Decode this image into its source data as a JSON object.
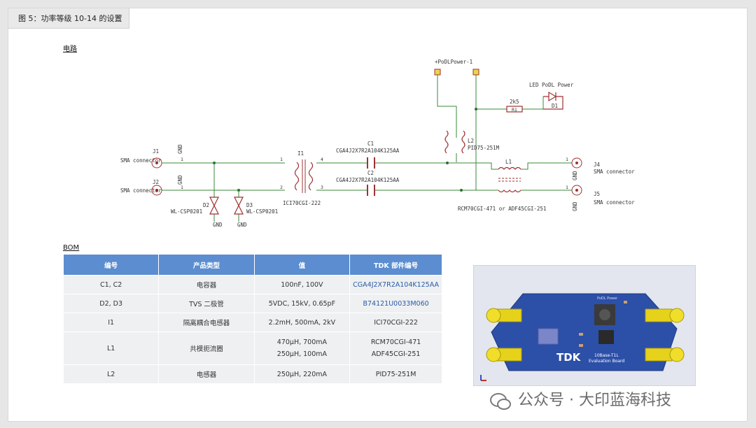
{
  "figure_title": "图 5：功率等级 10-14 的设置",
  "circuit": {
    "section_label": "电路",
    "labels": {
      "podl_power": "+PoDLPower-1",
      "led": "LED PoDL Power",
      "d1": "D1",
      "r_val": "2k5",
      "r_ref": "R1",
      "l2_ref": "L2",
      "l2_part": "PID75-251M",
      "c1_ref": "C1",
      "c1_part": "CGA4J2X7R2A104K125AA",
      "c2_ref": "C2",
      "c2_part": "CGA4J2X7R2A104K125AA",
      "i1_ref": "I1",
      "i1_part": "ICI70CGI-222",
      "l1_ref": "L1",
      "l1_part": "RCM70CGI-471 or ADF45CGI-251",
      "j1": "J1",
      "j2": "J2",
      "j4": "J4",
      "j5": "J5",
      "sma": "SMA connector",
      "gnd": "GND",
      "d2": "D2",
      "d3": "D3",
      "d2_part": "WL-CSP0201",
      "d3_part": "WL-CSP0201",
      "pin1": "1",
      "pin2": "2",
      "pin3": "3",
      "pin4": "4"
    }
  },
  "bom": {
    "section_label": "BOM",
    "headers": [
      "编号",
      "产品类型",
      "值",
      "TDK 部件编号"
    ],
    "rows": [
      {
        "ref": "C1, C2",
        "type": "电容器",
        "value": "100nF, 100V",
        "value2": "",
        "part": "CGA4J2X7R2A104K125AA",
        "part2": "",
        "link": true
      },
      {
        "ref": "D2, D3",
        "type": "TVS 二极管",
        "value": "5VDC, 15kV, 0.65pF",
        "value2": "",
        "part": "B74121U0033M060",
        "part2": "",
        "link": true
      },
      {
        "ref": "I1",
        "type": "隔离耦合电感器",
        "value": "2.2mH, 500mA, 2kV",
        "value2": "",
        "part": "ICI70CGI-222",
        "part2": "",
        "link": false
      },
      {
        "ref": "L1",
        "type": "共模扼流圈",
        "value": "470μH, 700mA",
        "value2": "250μH, 100mA",
        "part": "RCM70CGI-471",
        "part2": "ADF45CGI-251",
        "link": false
      },
      {
        "ref": "L2",
        "type": "电感器",
        "value": "250μH, 220mA",
        "value2": "",
        "part": "PID75-251M",
        "part2": "",
        "link": false
      }
    ]
  },
  "board": {
    "brand": "TDK",
    "name_line1": "10Base-T1L",
    "name_line2": "Evaluation Board",
    "podl_power": "PoDL Power"
  },
  "watermark": "公众号 · 大印蓝海科技",
  "colors": {
    "header_blue": "#5b8dd0",
    "row_bg": "#eef0f2",
    "link_blue": "#2a5aa8",
    "wire_green": "#3a8a3a",
    "component_red": "#a03030",
    "pcb_blue": "#2c4fa8",
    "connector_yellow": "#e6d21a"
  }
}
